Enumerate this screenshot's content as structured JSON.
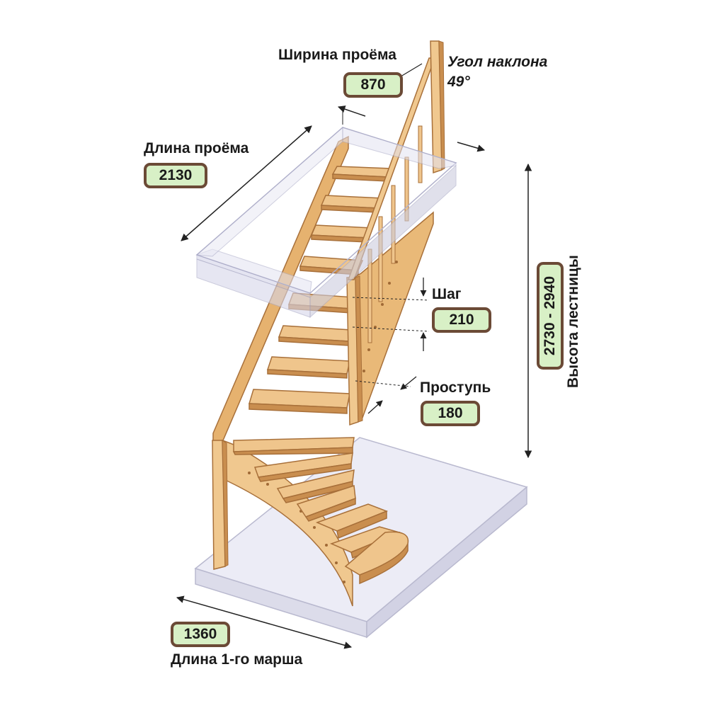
{
  "colors": {
    "wood": "#efc58c",
    "wood_dark": "#d9a05b",
    "wood_edge": "#a8703a",
    "badge_bg": "#d8f0c6",
    "badge_border": "#6b4a36",
    "glass": "#c9c9e4"
  },
  "opening_width": {
    "label": "Ширина проёма",
    "value": "870"
  },
  "incline_angle": {
    "label": "Угол наклона",
    "value": "49°"
  },
  "opening_length": {
    "label": "Длина проёма",
    "value": "2130"
  },
  "step_height": {
    "label": "Шаг",
    "value": "210"
  },
  "tread_depth": {
    "label": "Проступь",
    "value": "180"
  },
  "stair_height": {
    "label": "Высота лестницы",
    "value": "2730 - 2940"
  },
  "first_flight_length": {
    "label": "Длина 1-го марша",
    "value": "1360"
  }
}
